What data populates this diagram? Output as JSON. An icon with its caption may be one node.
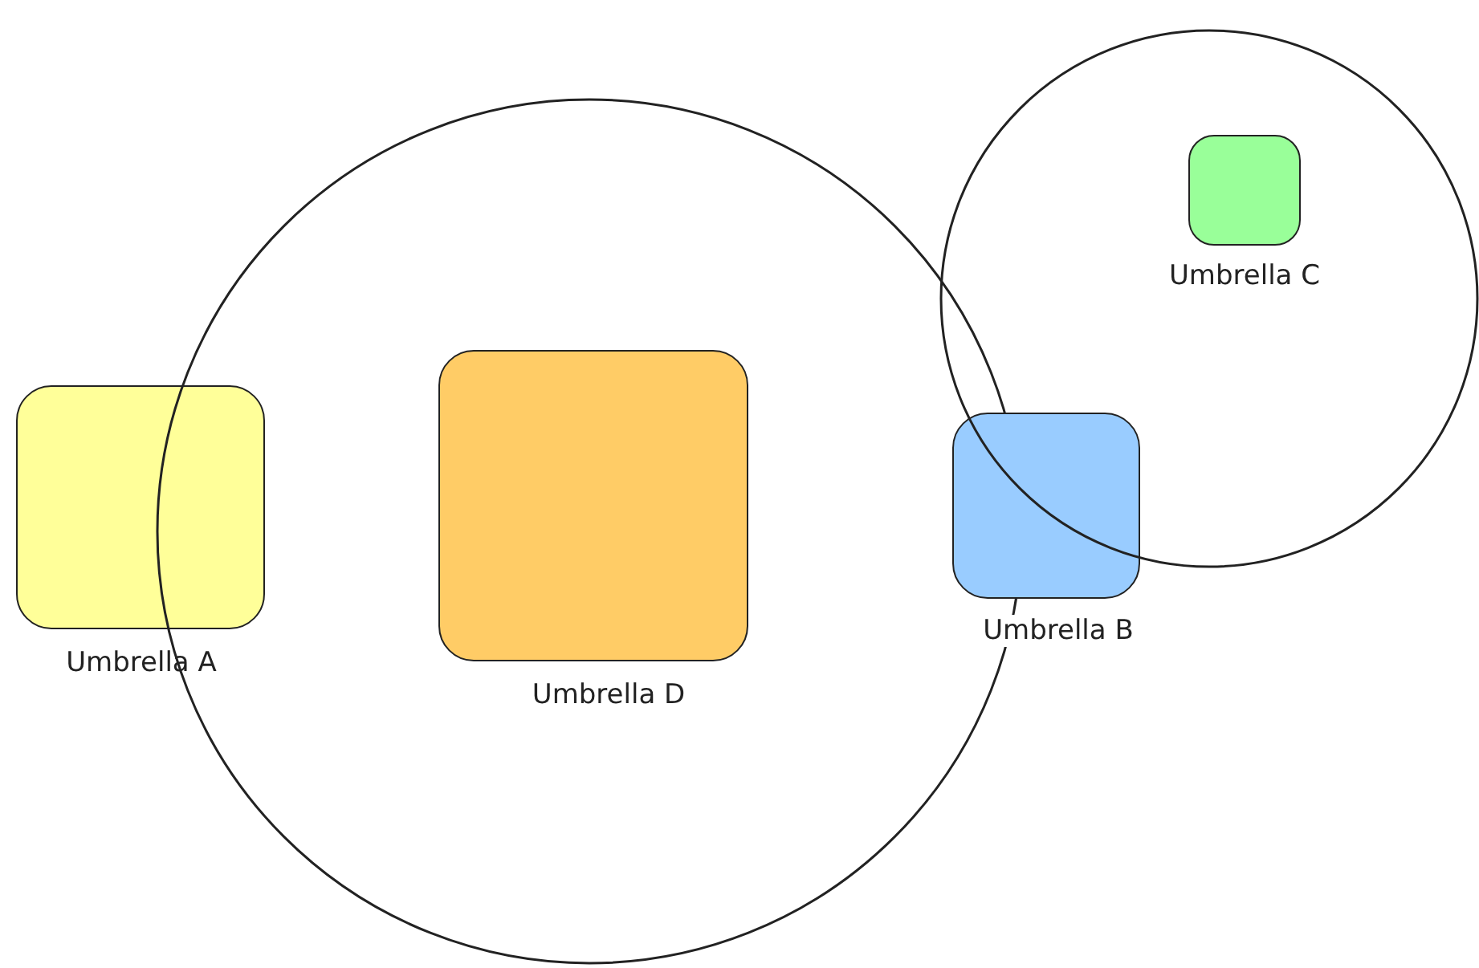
{
  "diagram": {
    "nodes": [
      {
        "text": [
          "Umbrella A"
        ]
      },
      {
        "text": [],
        "shape": "circle"
      },
      {
        "text": [
          "Umbrella D"
        ],
        "in": 1
      },
      {
        "text": [
          "Umbrella B"
        ]
      },
      {
        "text": [],
        "shape": "circle"
      },
      {
        "text": [
          "Umbrella C"
        ],
        "in": 4
      }
    ]
  }
}
